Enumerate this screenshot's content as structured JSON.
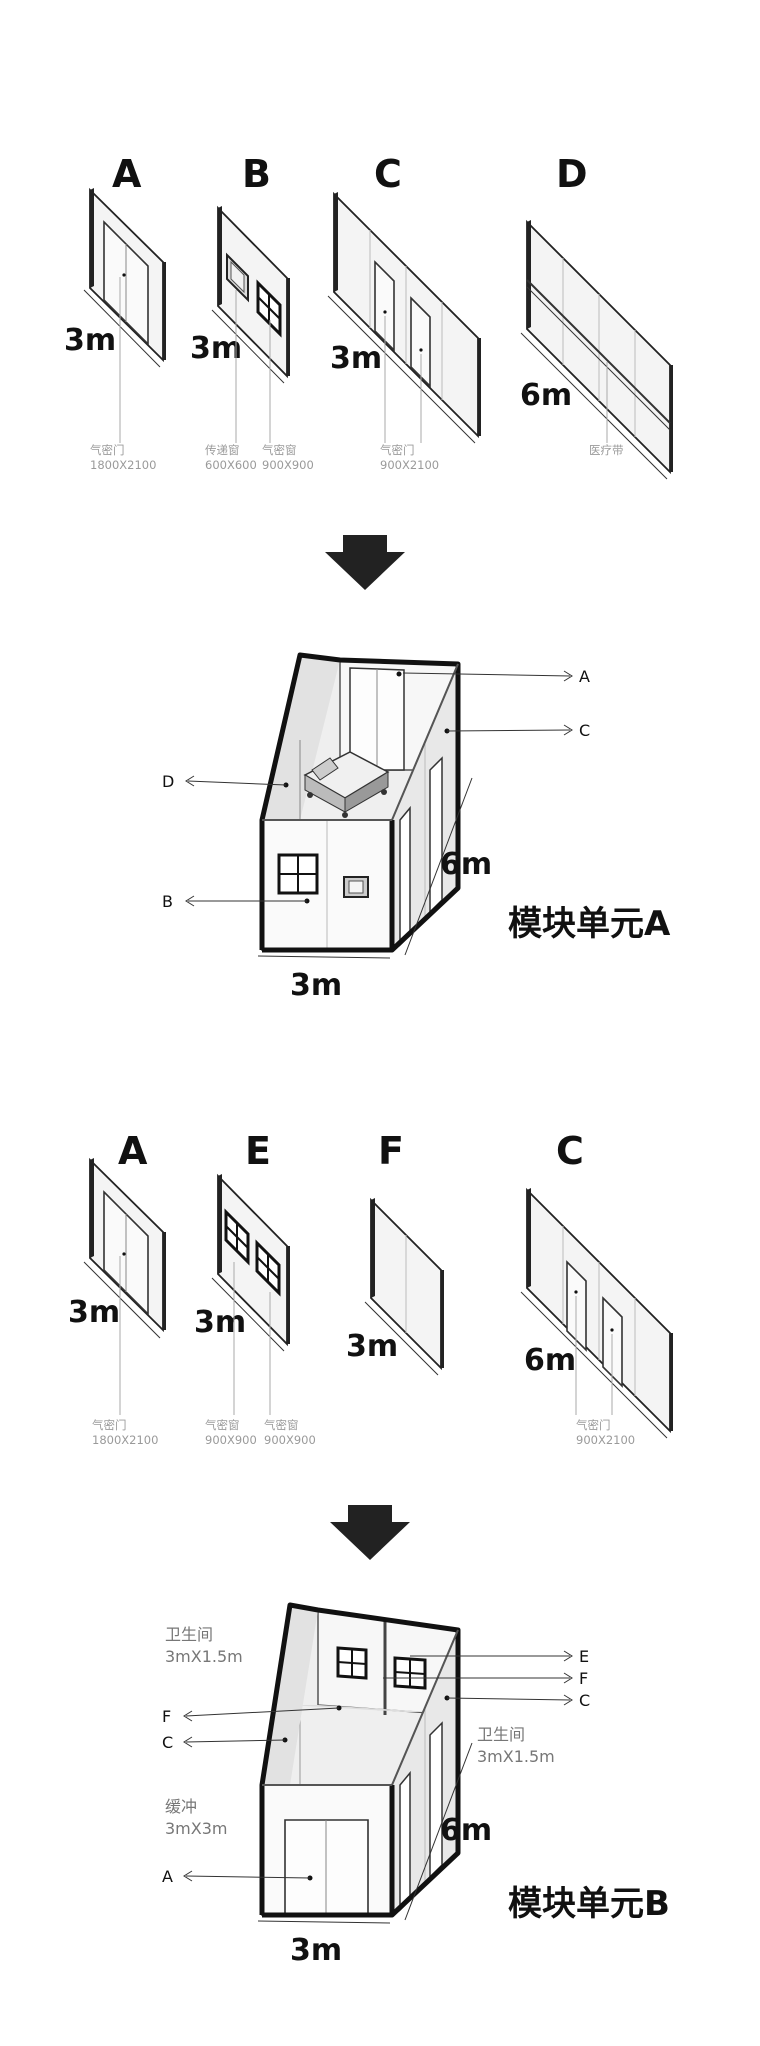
{
  "panels_row1": {
    "A": {
      "letter": "A",
      "dim": "3m",
      "caption1": "气密门",
      "caption2": "1800X2100"
    },
    "B": {
      "letter": "B",
      "dim": "3m",
      "caption1a": "传递窗",
      "caption2a": "600X600",
      "caption1b": "气密窗",
      "caption2b": "900X900"
    },
    "C": {
      "letter": "C",
      "dim": "3m",
      "caption1": "气密门",
      "caption2": "900X2100"
    },
    "D": {
      "letter": "D",
      "dim": "6m",
      "caption1": "医疗带"
    }
  },
  "module_a": {
    "title": "模块单元A",
    "dim_width": "3m",
    "dim_depth": "6m",
    "callouts": {
      "A": "A",
      "C": "C",
      "D": "D",
      "B": "B"
    }
  },
  "panels_row2": {
    "A": {
      "letter": "A",
      "dim": "3m",
      "caption1": "气密门",
      "caption2": "1800X2100"
    },
    "E": {
      "letter": "E",
      "dim": "3m",
      "caption1a": "气密窗",
      "caption2a": "900X900",
      "caption1b": "气密窗",
      "caption2b": "900X900"
    },
    "F": {
      "letter": "F",
      "dim": "3m"
    },
    "C": {
      "letter": "C",
      "dim": "6m",
      "caption1": "气密门",
      "caption2": "900X2100"
    }
  },
  "module_b": {
    "title": "模块单元B",
    "dim_width": "3m",
    "dim_depth": "6m",
    "toilet_left": "卫生间",
    "toilet_left_size": "3mX1.5m",
    "toilet_right": "卫生间",
    "toilet_right_size": "3mX1.5m",
    "buffer": "缓冲",
    "buffer_size": "3mX3m",
    "callouts": {
      "E": "E",
      "F1": "F",
      "C1": "C",
      "F2": "F",
      "C2": "C",
      "A": "A"
    }
  },
  "colors": {
    "ink": "#111111",
    "caption": "#9a9a9a",
    "panel": "#f4f4f4",
    "arrow": "#222222"
  }
}
